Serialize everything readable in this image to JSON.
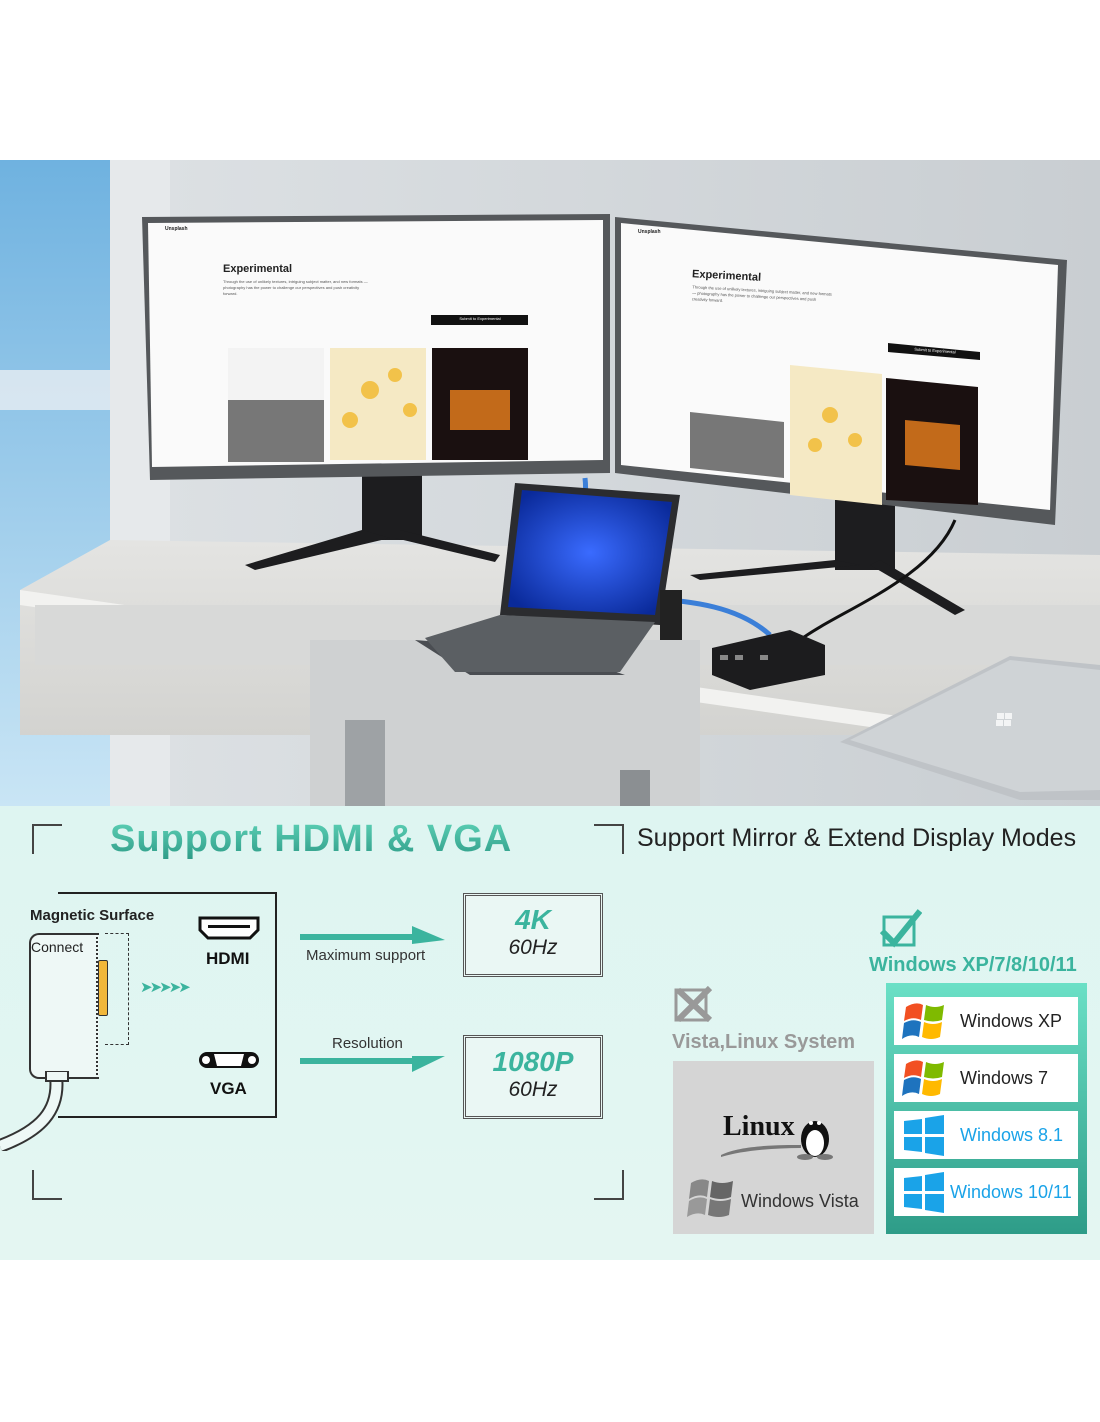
{
  "scene": {
    "screen_page_title": "Experimental",
    "screen_page_desc": "Through the use of unlikely textures, intriguing subject matter, and new formats — photography has the power to challenge our perspectives and push creativity forward.",
    "screen_submit_button": "Submit to Experimental",
    "screen_brand": "Unsplash"
  },
  "hdmi_vga": {
    "title": "Support HDMI & VGA",
    "magnetic_surface": "Magnetic Surface",
    "connect": "Connect",
    "hdmi_label": "HDMI",
    "vga_label": "VGA",
    "max_support": "Maximum support",
    "resolution": "Resolution",
    "hdmi_res": "4K",
    "hdmi_rate": "60Hz",
    "vga_res": "1080P",
    "vga_rate": "60Hz"
  },
  "os_support": {
    "title": "Support Mirror & Extend Display Modes",
    "supported_heading": "Windows XP/7/8/10/11",
    "unsupported_heading": "Vista,Linux System",
    "unsupported": [
      "Linux",
      "Windows Vista"
    ],
    "supported": [
      "Windows XP",
      "Windows 7",
      "Windows 8.1",
      "Windows 10/11"
    ]
  },
  "colors": {
    "teal": "#3bb49e",
    "panel_bg": "#e0f5f1",
    "win_blue": "#1aa3e8"
  }
}
